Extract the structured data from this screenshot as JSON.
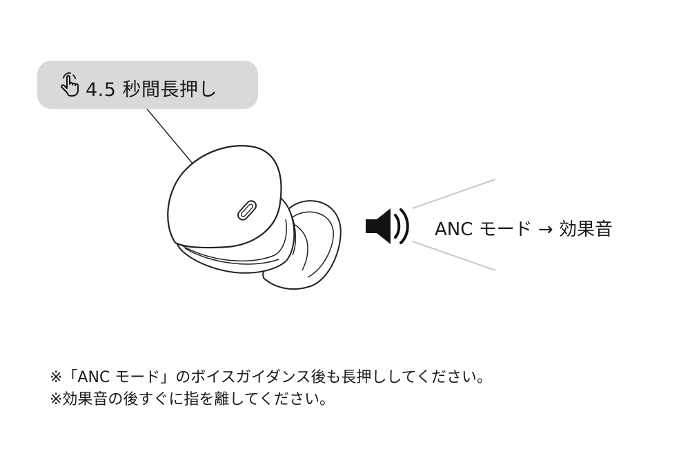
{
  "callout": {
    "icon": "hand-pointer-icon",
    "label": "4.5 秒間長押し",
    "background": "#d9d9d9"
  },
  "speaker": {
    "icon": "speaker-sound-icon",
    "label": "ANC モード → 効果音"
  },
  "notes": [
    "※「ANC モード」のボイスガイダンス後も長押ししてください。",
    "※効果音の後すぐに指を離してください。"
  ]
}
